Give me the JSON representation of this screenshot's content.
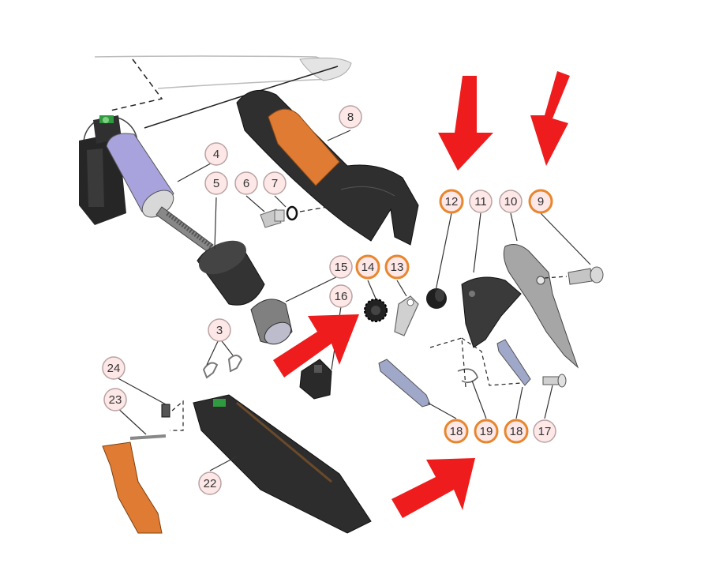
{
  "colors": {
    "accent_arrow": "#ee1c1c",
    "highlight_ring": "#e8862e",
    "callout_fill": "#fde7e7",
    "callout_ring": "#b9a2a2",
    "orange_part": "#e07b33",
    "dark_part": "#2d2d2d",
    "motor_lavender": "#a9a3dd",
    "gray_part": "#9d9d9d"
  },
  "callouts": {
    "c3": "3",
    "c4": "4",
    "c5": "5",
    "c6": "6",
    "c7": "7",
    "c8": "8",
    "c9": "9",
    "c10": "10",
    "c11": "11",
    "c12": "12",
    "c13": "13",
    "c14": "14",
    "c15": "15",
    "c16": "16",
    "c17": "17",
    "c18a": "18",
    "c19": "19",
    "c18b": "18",
    "c22": "22",
    "c23": "23",
    "c24": "24"
  },
  "highlighted_parts": [
    "9",
    "12",
    "13",
    "14",
    "18",
    "19"
  ],
  "arrows": [
    {
      "id": "arrow-part-12",
      "direction": "down"
    },
    {
      "id": "arrow-part-9",
      "direction": "down-left"
    },
    {
      "id": "arrow-part-14",
      "direction": "up-right"
    },
    {
      "id": "arrow-parts-18-19",
      "direction": "up-right"
    }
  ]
}
